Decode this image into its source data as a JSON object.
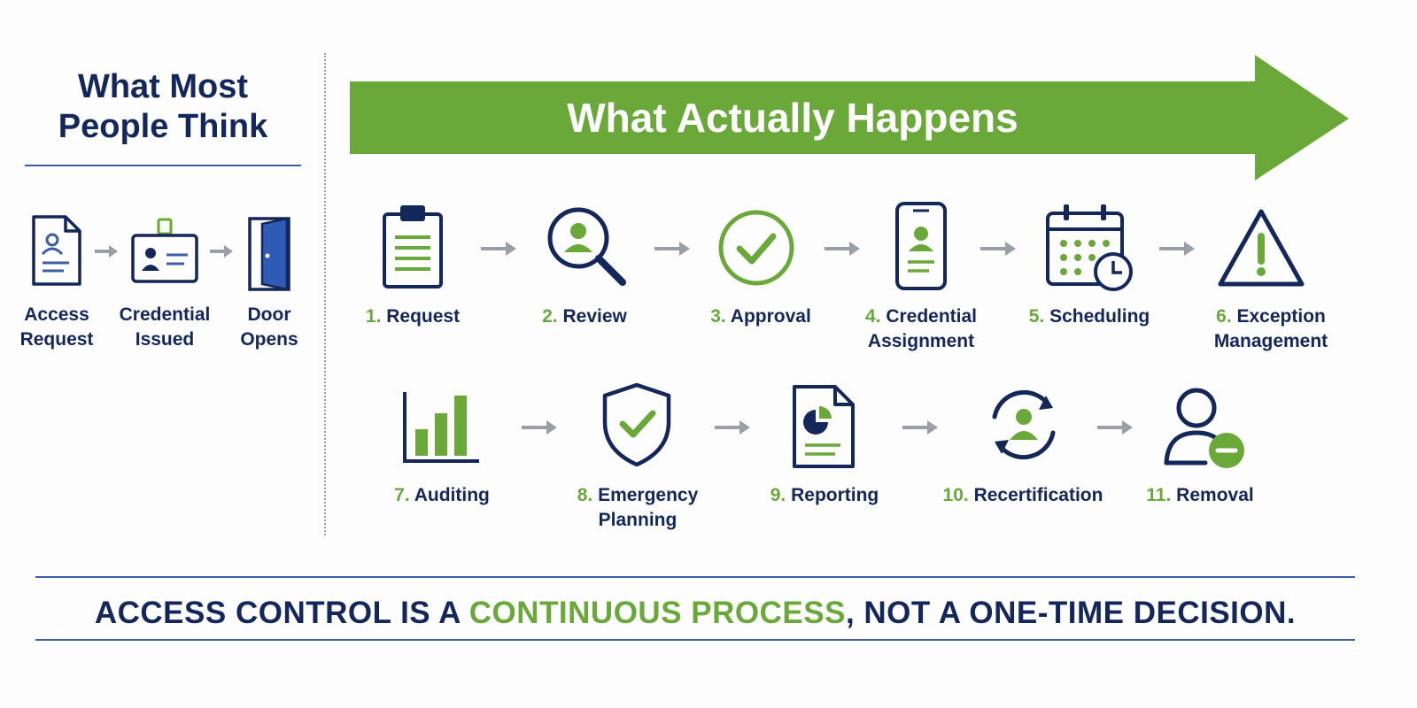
{
  "left": {
    "title_line1": "What Most",
    "title_line2": "People Think",
    "steps": [
      {
        "line1": "Access",
        "line2": "Request",
        "icon": "document-user-icon"
      },
      {
        "line1": "Credential",
        "line2": "Issued",
        "icon": "id-badge-icon"
      },
      {
        "line1": "Door",
        "line2": "Opens",
        "icon": "open-door-icon"
      }
    ]
  },
  "banner": {
    "title": "What Actually Happens",
    "color": "#6aa83a"
  },
  "steps_row1": [
    {
      "num": "1.",
      "line1": "Request",
      "line2": "",
      "icon": "clipboard-icon"
    },
    {
      "num": "2.",
      "line1": "Review",
      "line2": "",
      "icon": "magnifier-user-icon"
    },
    {
      "num": "3.",
      "line1": "Approval",
      "line2": "",
      "icon": "check-circle-icon"
    },
    {
      "num": "4.",
      "line1": "Credential",
      "line2": "Assignment",
      "icon": "mobile-credential-icon"
    },
    {
      "num": "5.",
      "line1": "Scheduling",
      "line2": "",
      "icon": "calendar-clock-icon"
    },
    {
      "num": "6.",
      "line1": "Exception",
      "line2": "Management",
      "icon": "warning-triangle-icon"
    }
  ],
  "steps_row2": [
    {
      "num": "7.",
      "line1": "Auditing",
      "line2": "",
      "icon": "bar-chart-icon"
    },
    {
      "num": "8.",
      "line1": "Emergency",
      "line2": "Planning",
      "icon": "shield-check-icon"
    },
    {
      "num": "9.",
      "line1": "Reporting",
      "line2": "",
      "icon": "report-document-icon"
    },
    {
      "num": "10.",
      "line1": "Recertification",
      "line2": "",
      "icon": "refresh-user-icon"
    },
    {
      "num": "11.",
      "line1": "Removal",
      "line2": "",
      "icon": "user-remove-icon"
    }
  ],
  "footer": {
    "part1": "ACCESS CONTROL IS A ",
    "highlight": "CONTINUOUS PROCESS",
    "part2": ", NOT A ONE-TIME DECISION."
  },
  "colors": {
    "navy": "#14275a",
    "green": "#6aa83a",
    "blue": "#3d5ea6",
    "arrow_gray": "#9a9ea6"
  }
}
